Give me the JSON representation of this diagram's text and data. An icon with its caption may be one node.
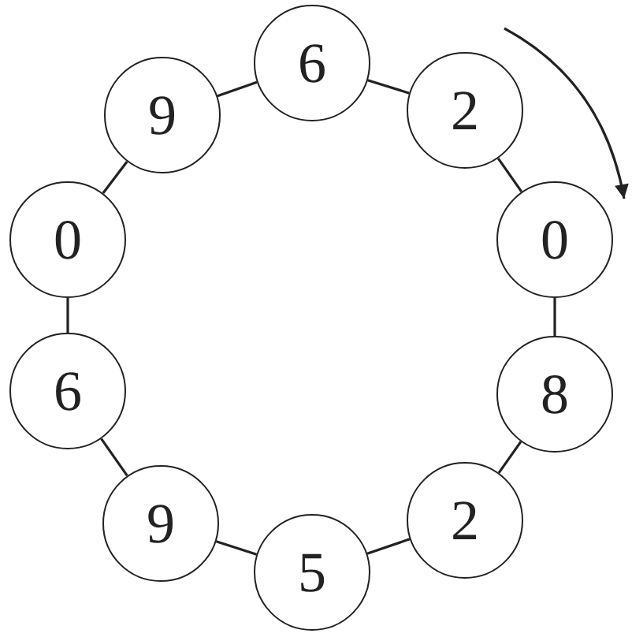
{
  "diagram": {
    "nodes": [
      {
        "text": [
          "6"
        ]
      },
      {
        "text": [
          "2"
        ]
      },
      {
        "text": [
          "0"
        ]
      },
      {
        "text": [
          "8"
        ]
      },
      {
        "text": [
          "2"
        ]
      },
      {
        "text": [
          "5"
        ]
      },
      {
        "text": [
          "9"
        ]
      },
      {
        "text": [
          "6"
        ]
      },
      {
        "text": [
          "0"
        ]
      },
      {
        "text": [
          "9"
        ]
      }
    ],
    "edges": [
      {
        "from": 0,
        "to": 1,
        "arrow": "none"
      },
      {
        "from": 1,
        "to": 2,
        "arrow": "none"
      },
      {
        "from": 2,
        "to": 3,
        "arrow": "none"
      },
      {
        "from": 3,
        "to": 4,
        "arrow": "none"
      },
      {
        "from": 4,
        "to": 5,
        "arrow": "none"
      },
      {
        "from": 5,
        "to": 6,
        "arrow": "none"
      },
      {
        "from": 6,
        "to": 7,
        "arrow": "none"
      },
      {
        "from": 7,
        "to": 8,
        "arrow": "none"
      },
      {
        "from": 8,
        "to": 9,
        "arrow": "none"
      },
      {
        "from": 9,
        "to": 0,
        "arrow": "none"
      }
    ]
  }
}
